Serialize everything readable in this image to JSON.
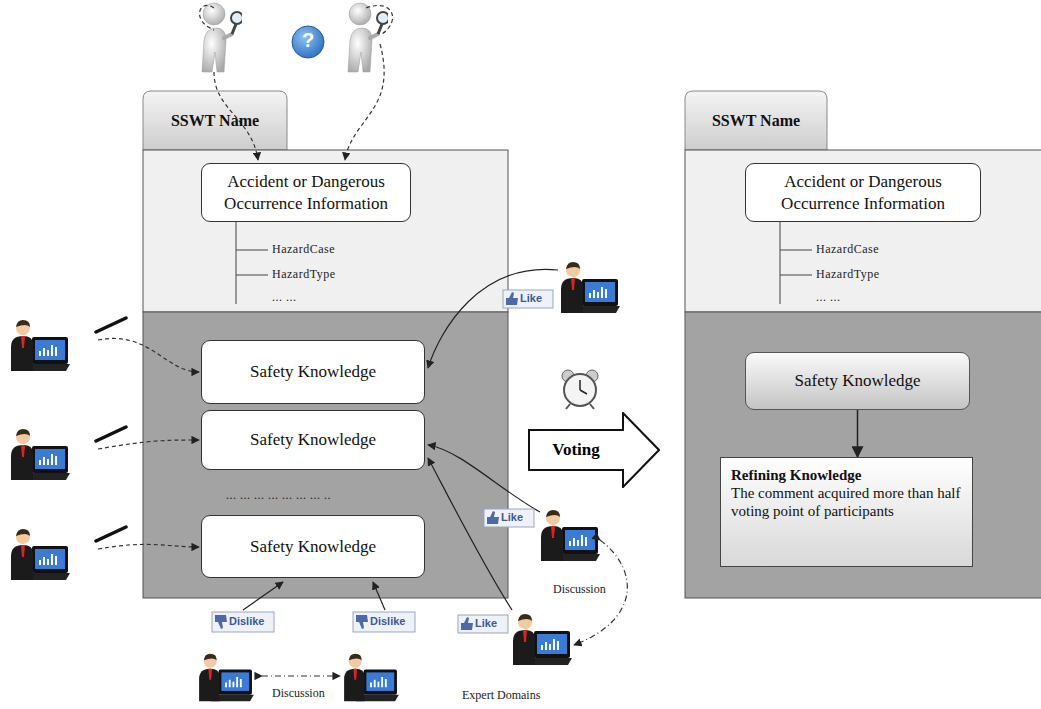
{
  "diagram": {
    "nodes": [
      {
        "text": [
          "SSWT Name"
        ]
      },
      {
        "text": [
          "Accident or Dangerous Occurrence Information"
        ],
        "in": 0
      },
      {
        "text": [
          "Safety Knowledge"
        ],
        "in": 0
      },
      {
        "text": [
          "Safety Knowledge"
        ],
        "in": 0
      },
      {
        "text": [
          "Safety Knowledge"
        ],
        "in": 0
      },
      {
        "text": [
          "Voting"
        ]
      },
      {
        "text": [
          "SSWT Name"
        ]
      },
      {
        "text": [
          "Accident or Dangerous Occurrence Information"
        ],
        "in": 6
      },
      {
        "text": [
          "Safety Knowledge"
        ],
        "in": 6
      },
      {
        "text": [
          "Refining Knowledge",
          "The comment acquired more than half voting point of participants"
        ],
        "in": 6
      }
    ],
    "edges": [
      {
        "from": 8,
        "to": 9,
        "arrow": "to"
      }
    ],
    "labels": [
      "?",
      "HazardCase",
      "HazardType",
      "... ...",
      "... ... ... ... ... ... ... ..",
      "Like",
      "Like",
      "Like",
      "Dislike",
      "Dislike",
      "Discussion",
      "Discussion",
      "Expert Domains",
      "HazardCase",
      "HazardType",
      "... ..."
    ]
  }
}
